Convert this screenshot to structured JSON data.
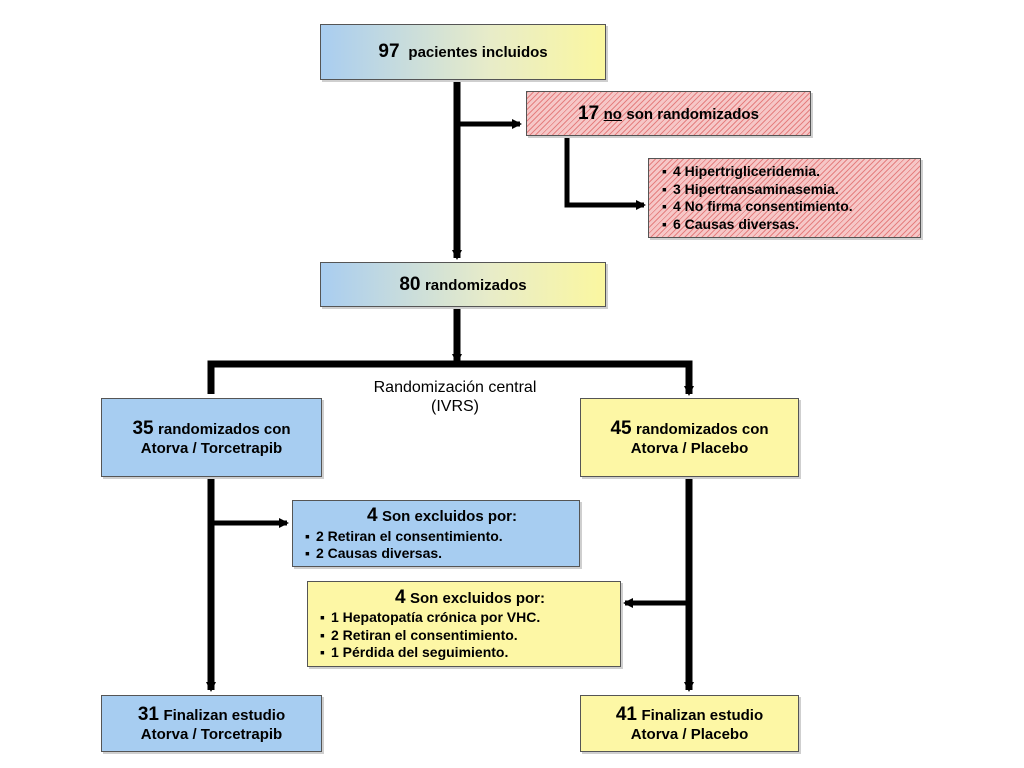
{
  "included": {
    "count": "97",
    "label": "pacientes incluidos"
  },
  "not_randomized": {
    "count": "17",
    "no": "no",
    "label": "son randomizados",
    "reasons": [
      "4 Hipertrigliceridemia.",
      "3 Hipertransaminasemia.",
      "4 No firma consentimiento.",
      "6 Causas diversas."
    ]
  },
  "randomized": {
    "count": "80",
    "label": "randomizados"
  },
  "central": {
    "line1": "Randomización central",
    "line2": "(IVRS)"
  },
  "arm_left": {
    "count": "35",
    "line1": "randomizados con",
    "line2": "Atorva / Torcetrapib"
  },
  "arm_right": {
    "count": "45",
    "line1": "randomizados con",
    "line2": "Atorva / Placebo"
  },
  "excl_left": {
    "count": "4",
    "label": "Son excluidos por:",
    "reasons": [
      "2 Retiran el consentimiento.",
      "2 Causas diversas."
    ]
  },
  "excl_right": {
    "count": "4",
    "label": "Son excluidos por:",
    "reasons": [
      "1 Hepatopatía crónica por VHC.",
      "2 Retiran el consentimiento.",
      "1 Pérdida del seguimiento."
    ]
  },
  "final_left": {
    "count": "31",
    "line1": "Finalizan estudio",
    "line2": "Atorva / Torcetrapib"
  },
  "final_right": {
    "count": "41",
    "line1": "Finalizan estudio",
    "line2": "Atorva / Placebo"
  },
  "colors": {
    "arrow": "#000000",
    "blue": "#a7cdf1",
    "yellow": "#fdf7a5",
    "hatch_red": "#d74646"
  }
}
